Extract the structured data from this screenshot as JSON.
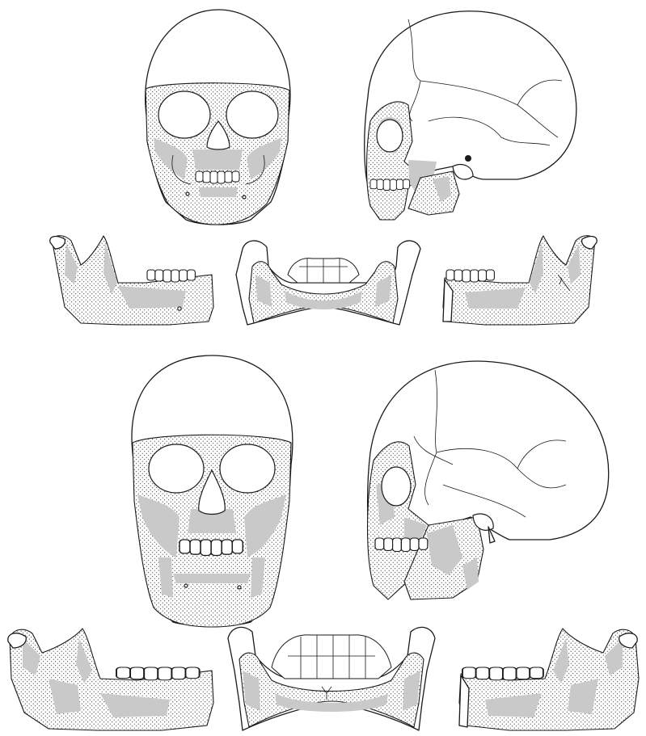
{
  "figure": {
    "background": "#ffffff",
    "stipple_color": "#1a1a1a",
    "shade_color": "#c9c9c9",
    "line_color": "#1a1a1a",
    "panels": [
      {
        "id": "top",
        "views": [
          "skull-frontal",
          "skull-lateral",
          "mandible-right-lateral",
          "mandible-superior",
          "mandible-left-lateral"
        ]
      },
      {
        "id": "bottom",
        "views": [
          "skull-frontal",
          "skull-lateral",
          "mandible-right-lateral",
          "mandible-superior",
          "mandible-left-lateral"
        ]
      }
    ]
  }
}
